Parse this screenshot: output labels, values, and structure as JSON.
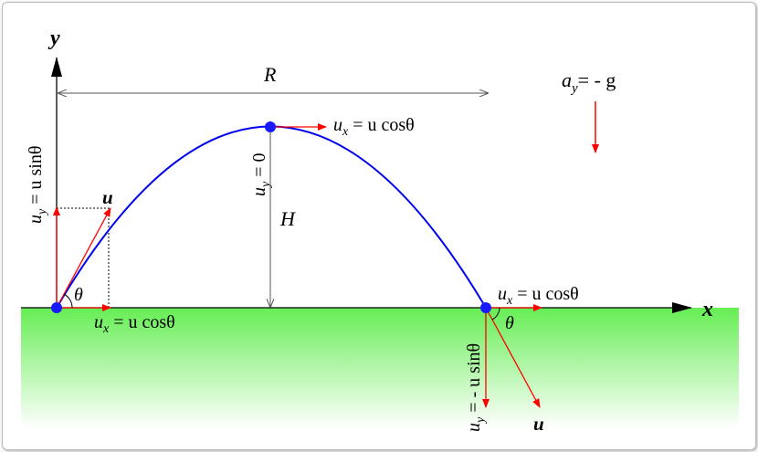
{
  "axes": {
    "y_label": "y",
    "x_label": "x"
  },
  "labels": {
    "range": "R",
    "height": "H",
    "acceleration": {
      "base": "a",
      "sub": "y",
      "rest": "= - g"
    },
    "launch_uy": {
      "base": "u",
      "sub": "y",
      "rest": " = u sinθ"
    },
    "launch_u": "u",
    "launch_theta": "θ",
    "launch_ux": {
      "base": "u",
      "sub": "x",
      "rest": " = u cosθ"
    },
    "apex_ux": {
      "base": "u",
      "sub": "x",
      "rest": " = u cosθ"
    },
    "apex_uy": {
      "base": "u",
      "sub": "y",
      "rest": " = 0"
    },
    "landing_ux": {
      "base": "u",
      "sub": "x",
      "rest": " = u cosθ"
    },
    "landing_uy": {
      "base": "u",
      "sub": "y",
      "rest": " = - u sinθ"
    },
    "landing_theta": "θ",
    "landing_u": "u"
  },
  "colors": {
    "trajectory": "#0000ee",
    "vectors": "#ff0000",
    "points": "#1a1aff",
    "ground_top": "#66ee55",
    "ground_bottom": "#ffffff",
    "axis": "#000000"
  }
}
